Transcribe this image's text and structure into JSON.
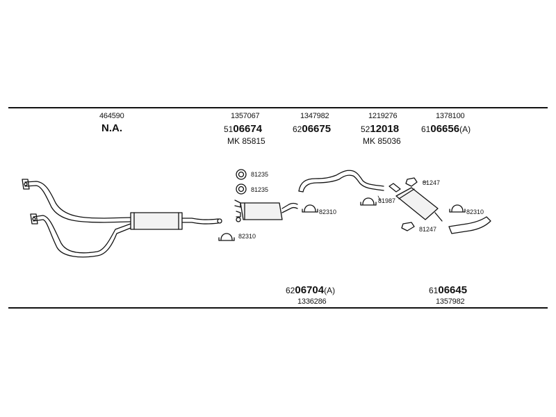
{
  "columns": [
    {
      "id": "col1",
      "ref": "464590",
      "code": "N.A."
    },
    {
      "id": "col2",
      "ref": "1357067",
      "prefix": "51",
      "main": "06674",
      "suffix": "",
      "mk_prefix": "MK",
      "mk_number": "85815"
    },
    {
      "id": "col3",
      "ref": "1347982",
      "prefix": "62",
      "main": "06675",
      "suffix": ""
    },
    {
      "id": "col4",
      "ref": "1219276",
      "prefix": "52",
      "main": "12018",
      "suffix": "",
      "mk_prefix": "MK",
      "mk_number": "85036"
    },
    {
      "id": "col5",
      "ref": "1378100",
      "prefix": "61",
      "main": "06656",
      "suffix": "(A)"
    }
  ],
  "bottom": [
    {
      "id": "b1",
      "prefix": "62",
      "main": "06704",
      "suffix": "(A)",
      "ref": "1336286"
    },
    {
      "id": "b2",
      "prefix": "61",
      "main": "06645",
      "suffix": "",
      "ref": "1357982"
    }
  ],
  "part_labels": {
    "gasket_a": "81235",
    "gasket_b": "81235",
    "clamp_mid": "82310",
    "clamp_low": "82310",
    "bracket_top": "81247",
    "hanger_mid": "81987",
    "bracket_low": "81247",
    "clamp_right": "82310"
  },
  "line_color": "#111111"
}
